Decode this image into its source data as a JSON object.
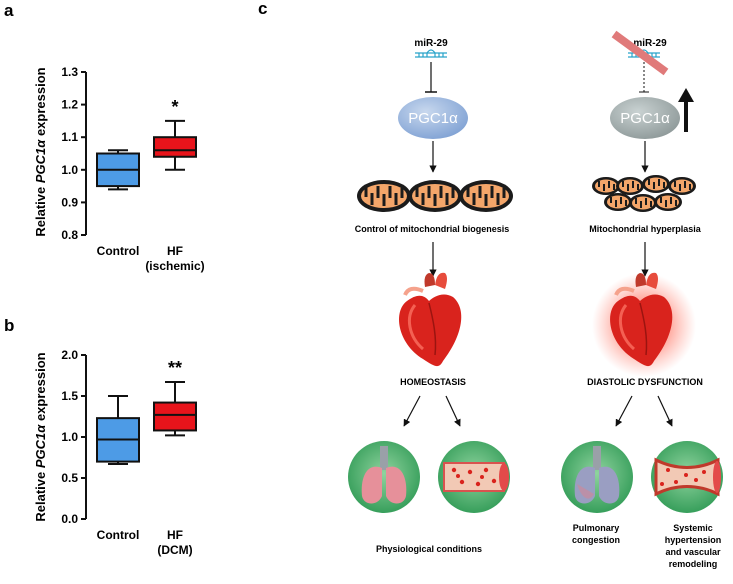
{
  "panel_letters": {
    "a": "a",
    "b": "b",
    "c": "c"
  },
  "chart_data": [
    {
      "type": "box",
      "panel": "a",
      "ylabel_pre": "Relative ",
      "ylabel_gene": "PGC1α",
      "ylabel_post": " expression",
      "ylim": [
        0.8,
        1.3
      ],
      "yticks": [
        "0.8",
        "0.9",
        "1.0",
        "1.1",
        "1.2",
        "1.3"
      ],
      "ytick_values": [
        0.8,
        0.9,
        1.0,
        1.1,
        1.2,
        1.3
      ],
      "categories": [
        {
          "line1": "Control",
          "line2": ""
        },
        {
          "line1": "HF",
          "line2": "(ischemic)"
        }
      ],
      "boxes": [
        {
          "min": 0.94,
          "q1": 0.95,
          "median": 1.0,
          "q3": 1.05,
          "max": 1.06,
          "color": "#4d9be6"
        },
        {
          "min": 1.0,
          "q1": 1.04,
          "median": 1.06,
          "q3": 1.1,
          "max": 1.15,
          "color": "#e8141b"
        }
      ],
      "significance": "*"
    },
    {
      "type": "box",
      "panel": "b",
      "ylabel_pre": "Relative ",
      "ylabel_gene": "PGC1α",
      "ylabel_post": " expression",
      "ylim": [
        0.0,
        2.0
      ],
      "yticks": [
        "0.0",
        "0.5",
        "1.0",
        "1.5",
        "2.0"
      ],
      "ytick_values": [
        0.0,
        0.5,
        1.0,
        1.5,
        2.0
      ],
      "categories": [
        {
          "line1": "Control",
          "line2": ""
        },
        {
          "line1": "HF",
          "line2": "(DCM)"
        }
      ],
      "boxes": [
        {
          "min": 0.67,
          "q1": 0.7,
          "median": 0.97,
          "q3": 1.23,
          "max": 1.5,
          "color": "#4d9be6"
        },
        {
          "min": 1.02,
          "q1": 1.08,
          "median": 1.27,
          "q3": 1.42,
          "max": 1.67,
          "color": "#e8141b"
        }
      ],
      "significance": "**"
    }
  ],
  "diagram": {
    "left": {
      "mirna": "miR-29",
      "protein": "PGC1α",
      "mito_label": "Control of mitochondrial biogenesis",
      "state": "HOMEOSTASIS",
      "outcome": "Physiological conditions"
    },
    "right": {
      "mirna": "miR-29",
      "protein": "PGC1α",
      "mito_label": "Mitochondrial hyperplasia",
      "state": "DIASTOLIC DYSFUNCTION",
      "outcome_lung_1": "Pulmonary",
      "outcome_lung_2": "congestion",
      "outcome_vessel_1": "Systemic",
      "outcome_vessel_2": "hypertension",
      "outcome_vessel_3": "and vascular",
      "outcome_vessel_4": "remodeling"
    },
    "colors": {
      "pgc_normal": "#8fb0dd",
      "pgc_up": "#99a6a6",
      "mito": "#f4a66a",
      "heart": "#d9231d",
      "circle": "#4aa86a",
      "strike": "#e07a7a"
    }
  }
}
